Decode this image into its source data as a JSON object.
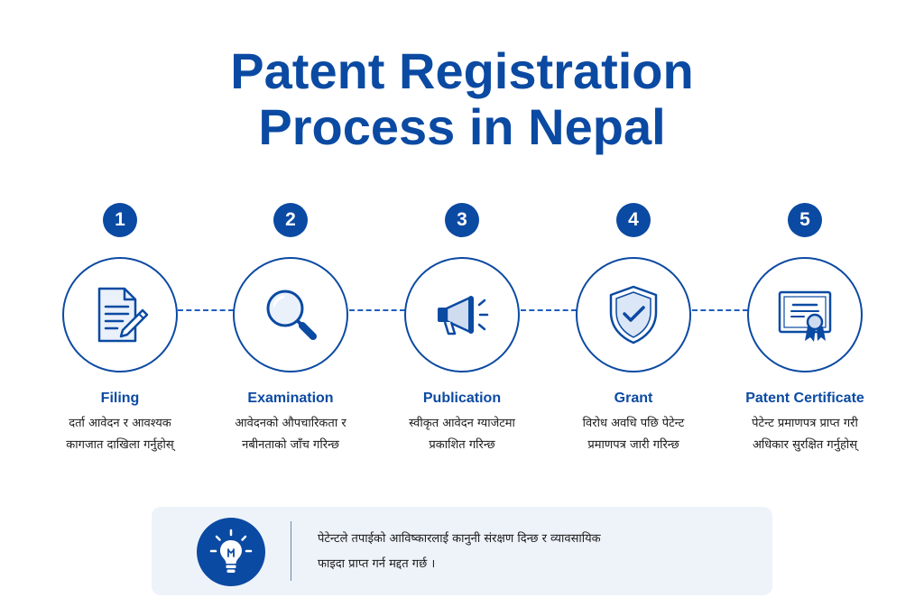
{
  "title": {
    "line1": "Patent Registration",
    "line2": "Process in Nepal"
  },
  "steps": [
    {
      "number": "1",
      "label": "Filing",
      "icon": "document-pen-icon",
      "desc_line1": "दर्ता आवेदन र आवश्यक",
      "desc_line2": "कागजात दाखिला गर्नुहोस्"
    },
    {
      "number": "2",
      "label": "Examination",
      "icon": "magnifier-icon",
      "desc_line1": "आवेदनको औपचारिकता र",
      "desc_line2": "नबीनताको जाँच गरिन्छ"
    },
    {
      "number": "3",
      "label": "Publication",
      "icon": "megaphone-icon",
      "desc_line1": "स्वीकृत आवेदन ग्याजेटमा",
      "desc_line2": "प्रकाशित गरिन्छ"
    },
    {
      "number": "4",
      "label": "Grant",
      "icon": "shield-check-icon",
      "desc_line1": "विरोध अवधि पछि पेटेन्ट",
      "desc_line2": "प्रमाणपत्र जारी गरिन्छ"
    },
    {
      "number": "5",
      "label": "Patent Certificate",
      "icon": "certificate-icon",
      "desc_line1": "पेटेन्ट प्रमाणपत्र प्राप्त गरी",
      "desc_line2": "अधिकार सुरक्षित गर्नुहोस्"
    }
  ],
  "note": {
    "icon": "lightbulb-icon",
    "line1": "पेटेन्टले तपाईको आविष्कारलाई कानुनी संरक्षण दिन्छ र व्यावसायिक",
    "line2": "फाइदा प्राप्त गर्न मद्दत गर्छ ।"
  },
  "colors": {
    "primary": "#0b4aa2",
    "note_background": "#eef3fa",
    "text": "#1b1b1b"
  }
}
